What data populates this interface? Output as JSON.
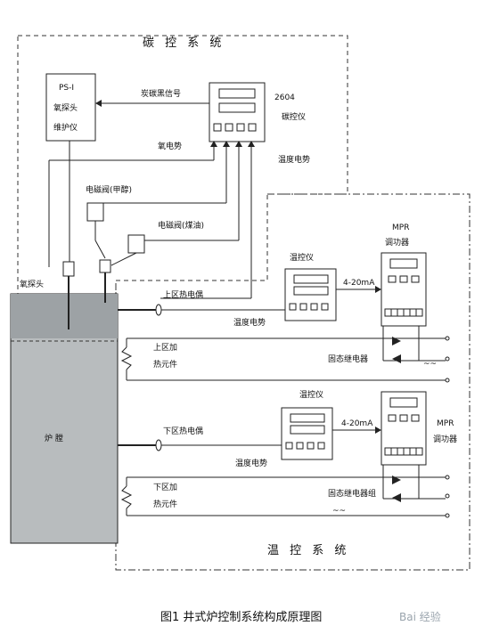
{
  "carbon_system": {
    "title": "碳 控 系 统"
  },
  "temp_system": {
    "title": "温 控 系 统"
  },
  "ps1": {
    "line1": "PS-I",
    "line2": "氧探头",
    "line3": "维护仪"
  },
  "signal_label": "炭碳黑信号",
  "c_controller": {
    "line1": "2604",
    "line2": "碳控仪"
  },
  "oxygen_potential": "氧电势",
  "temp_potential_top": "温度电势",
  "solenoid_a": "电磁阀(甲醇)",
  "solenoid_b": "电磁阀(煤油)",
  "oxygen_probe": "氧探头",
  "furnace": "炉 膛",
  "upper": {
    "tc": "上区热电偶",
    "controller": "温控仪",
    "current": "4-20mA",
    "mpr1": "MPR",
    "mpr2": "调功器",
    "temp_potential": "温度电势",
    "heater1": "上区加",
    "heater2": "热元件",
    "ssr": "固态继电器"
  },
  "lower": {
    "tc": "下区热电偶",
    "controller": "温控仪",
    "current": "4-20mA",
    "mpr1": "MPR",
    "mpr2": "调功器",
    "temp_potential": "温度电势",
    "heater1": "下区加",
    "heater2": "热元件",
    "ssr": "固态继电器组"
  },
  "wave": "~~",
  "caption": "图1  井式炉控制系统构成原理图",
  "watermark": "Bai 经验"
}
